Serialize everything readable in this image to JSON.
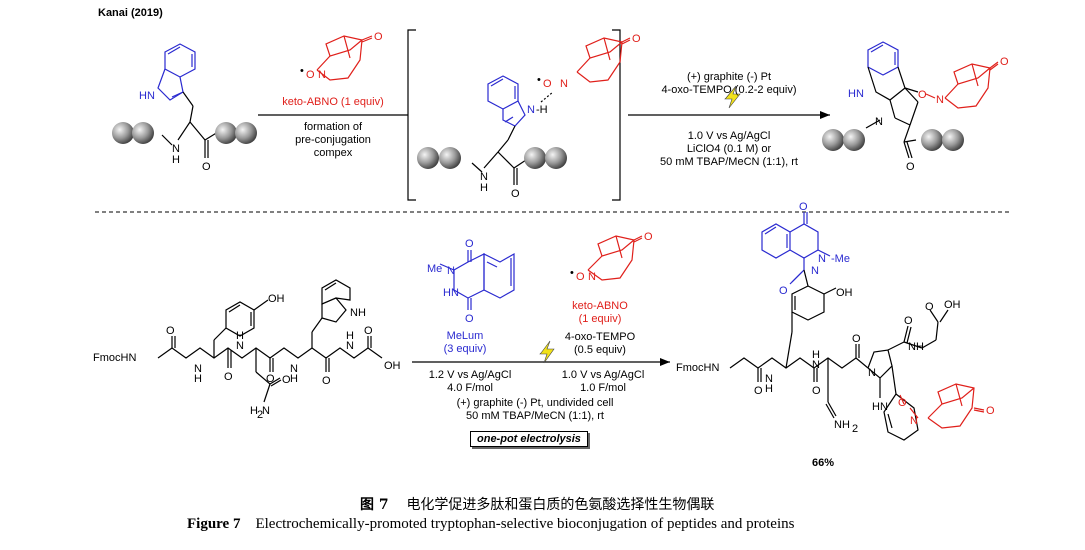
{
  "header": {
    "citation": "Kanai (2019)"
  },
  "top": {
    "reagent_red": "keto-ABNO (1 equiv)",
    "arrow1_below": [
      "formation of",
      "pre-conjugation",
      "compex"
    ],
    "arrow2_above": [
      "(+) graphite (-) Pt",
      "4-oxo-TEMPO (0.2-2 equiv)"
    ],
    "arrow2_below": [
      "1.0 V vs Ag/AgCl",
      "LiClO4 (0.1 M) or",
      "50 mM TBAP/MeCN (1:1), rt"
    ]
  },
  "bottom": {
    "start_label": "FmocHN",
    "prod_label": "FmocHN",
    "melum_name": "MeLum",
    "melum_equiv": "(3 equiv)",
    "keto_name": "keto-ABNO",
    "keto_equiv": "(1 equiv)",
    "tempo": [
      "4-oxo-TEMPO",
      "(0.5 equiv)"
    ],
    "left_cond": [
      "1.2 V vs Ag/AgCl",
      "4.0 F/mol"
    ],
    "right_cond": [
      "1.0 V vs Ag/AgCl",
      "1.0 F/mol"
    ],
    "shared_cond": [
      "(+) graphite (-) Pt, undivided cell",
      "50 mM TBAP/MeCN (1:1), rt"
    ],
    "process_box": "one-pot electrolysis",
    "yield": "66%"
  },
  "caption": {
    "cn_label": "图 7",
    "cn_text": "电化学促进多肽和蛋白质的色氨酸选择性生物偶联",
    "en_label": "Figure 7",
    "en_text": "Electrochemically-promoted tryptophan-selective bioconjugation of peptides and proteins"
  },
  "colors": {
    "red": "#e0201b",
    "blue": "#2a2ad0",
    "bolt": "#f2e21a"
  }
}
